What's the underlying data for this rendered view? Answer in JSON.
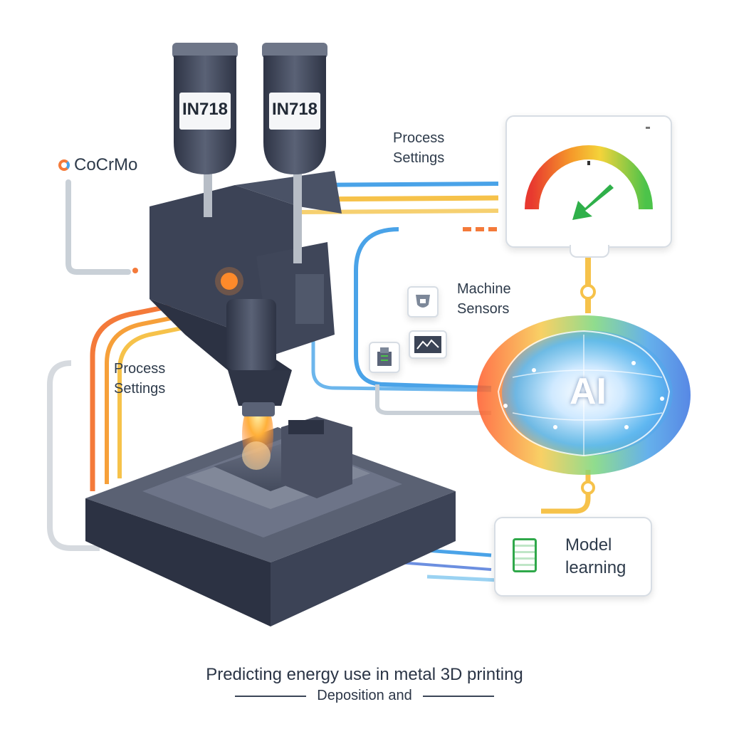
{
  "canister_left": {
    "label": "IN718"
  },
  "canister_right": {
    "label": "IN718"
  },
  "material_label": "CoCrMo",
  "process_settings_top": [
    "Process",
    "Settings"
  ],
  "process_settings_left": [
    "Process",
    "Settings"
  ],
  "machine_sensors": [
    "Machine",
    "Sensors"
  ],
  "ai_label": "AI",
  "model_learning": [
    "Model",
    "learning"
  ],
  "caption_line1": "Predicting energy use in metal 3D printing",
  "caption_line2": "Deposition and",
  "icons": [
    "gauge-icon",
    "checkmark-arrow-icon",
    "brain-icon",
    "spreadsheet-icon",
    "sensor-icon"
  ],
  "colors": {
    "orange": "#f47a3a",
    "yellow": "#f6c24a",
    "blue": "#4aa3e8",
    "gray_line": "#c7ccd2",
    "metal_dark": "#3c4356"
  }
}
